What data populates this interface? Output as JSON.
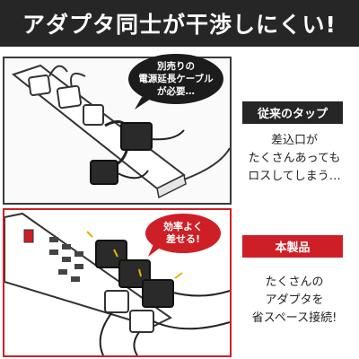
{
  "header": {
    "title": "アダプタ同士が干渉しにくい!"
  },
  "conventional": {
    "bubble_lines": [
      "別売りの",
      "電源延長ケーブル",
      "が必要…"
    ],
    "label": "従来のタップ",
    "desc_lines": [
      "差込口が",
      "たくさんあっても",
      "ロスしてしまう…"
    ]
  },
  "product": {
    "callout_lines": [
      "効率よく",
      "差せる!"
    ],
    "label": "本製品",
    "desc_lines": [
      "たくさんの",
      "アダプタを",
      "省スペース接続!"
    ]
  },
  "colors": {
    "header_bg": "#262626",
    "accent_red": "#cf1f26",
    "dark_box": "#262626"
  }
}
